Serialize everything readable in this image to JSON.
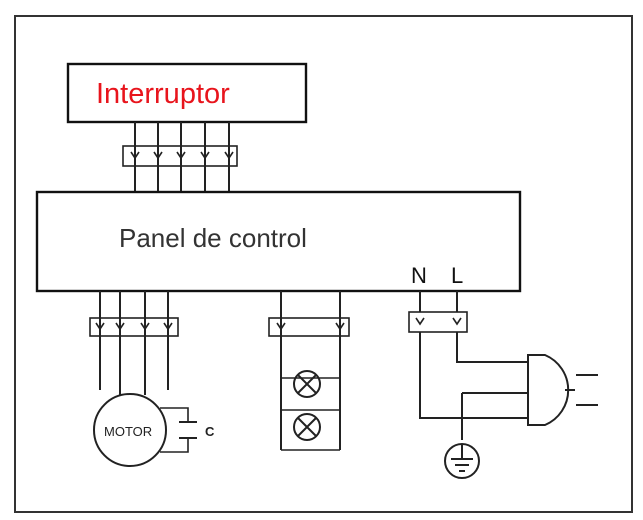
{
  "switch": {
    "label": "Interruptor",
    "color": "#e8141c"
  },
  "control_panel": {
    "label": "Panel de control"
  },
  "terminals": {
    "neutral": "N",
    "live": "L"
  },
  "motor": {
    "label": "MOTOR",
    "capacitor_label": "C"
  },
  "icons": {
    "lamp": "lamp-icon",
    "ground": "ground-icon",
    "plug": "plug-icon",
    "terminal_screw": "screw-terminal-icon"
  }
}
